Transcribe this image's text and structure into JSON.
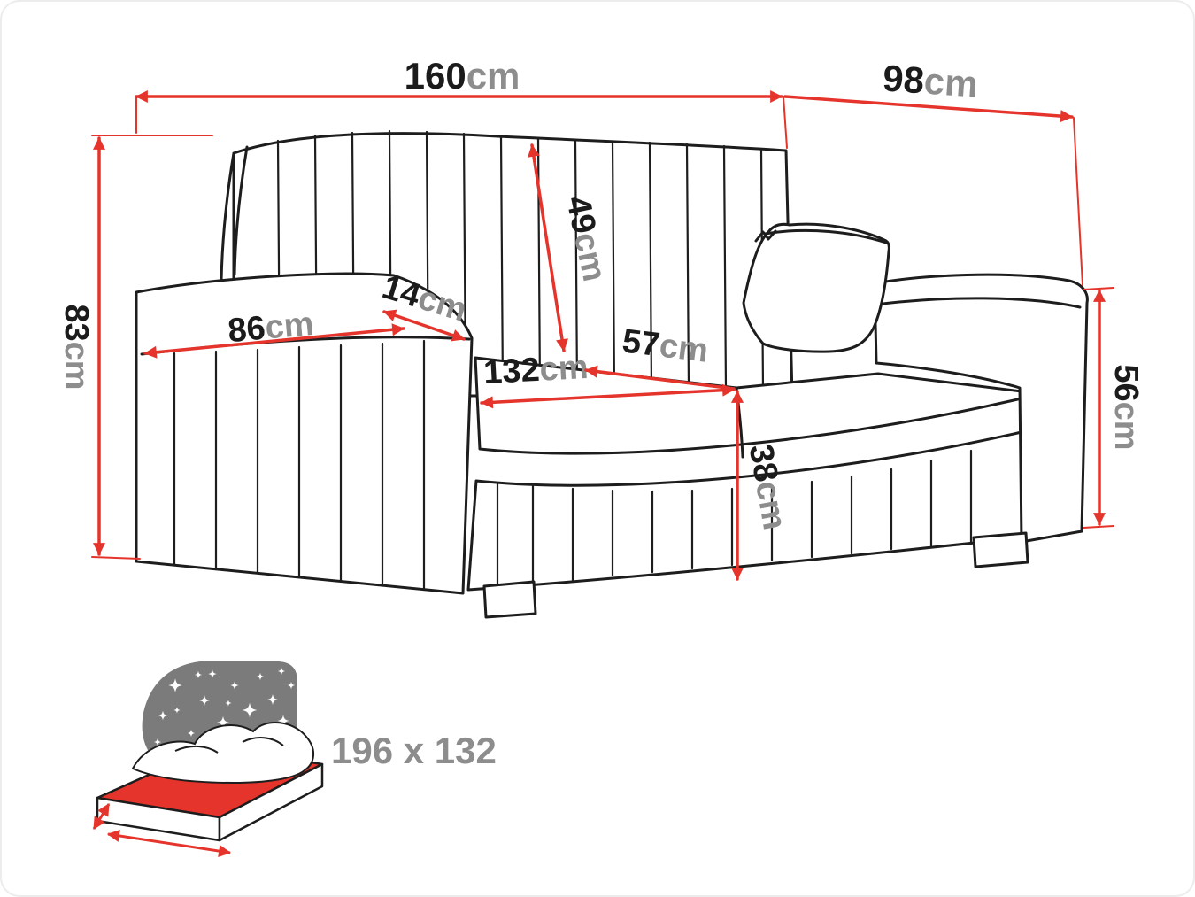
{
  "dimensions": {
    "total_width": {
      "value": "160",
      "unit": "cm"
    },
    "total_depth": {
      "value": "98",
      "unit": "cm"
    },
    "total_height": {
      "value": "83",
      "unit": "cm"
    },
    "backrest_height": {
      "value": "49",
      "unit": "cm"
    },
    "armrest_width": {
      "value": "14",
      "unit": "cm"
    },
    "armrest_depth": {
      "value": "86",
      "unit": "cm"
    },
    "seat_width": {
      "value": "132",
      "unit": "cm"
    },
    "seat_depth": {
      "value": "57",
      "unit": "cm"
    },
    "seat_height": {
      "value": "38",
      "unit": "cm"
    },
    "side_height": {
      "value": "56",
      "unit": "cm"
    }
  },
  "sleeping_area": {
    "label": "196 x 132"
  },
  "colors": {
    "dimension_red": "#e5342b",
    "outline_black": "#1d1d1d",
    "unit_gray": "#8d8d8d",
    "headboard_gray": "#7b7b7b",
    "mattress_red": "#e5342b",
    "background": "#ffffff"
  },
  "icons": {
    "sleeping_area_icon": "bed-sleeping-area-icon"
  }
}
